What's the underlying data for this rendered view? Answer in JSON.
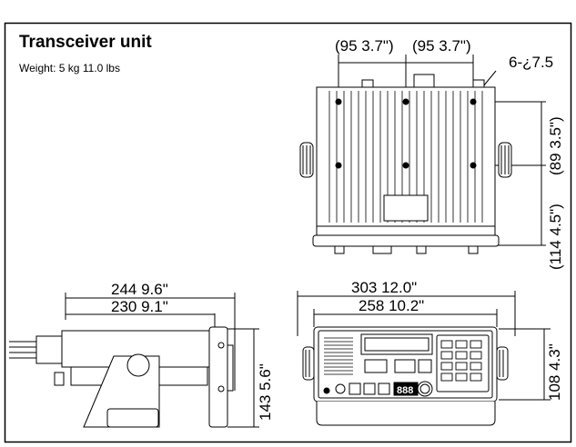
{
  "title": "Transceiver unit",
  "weight": "Weight: 5 kg  11.0 lbs",
  "top_view": {
    "spacing_left": "(95  3.7\")",
    "spacing_right": "(95  3.7\")",
    "hole_callout": "6-¿7.5",
    "height_upper": "(89  3.5\")",
    "height_total": "(114  4.5\")"
  },
  "side_view": {
    "depth_overall": "244  9.6\"",
    "depth_body": "230  9.1\"",
    "height": "143  5.6\""
  },
  "front_view": {
    "width_overall": "303  12.0\"",
    "width_body": "258  10.2\"",
    "height": "108  4.3\"",
    "display_digits": "888"
  }
}
